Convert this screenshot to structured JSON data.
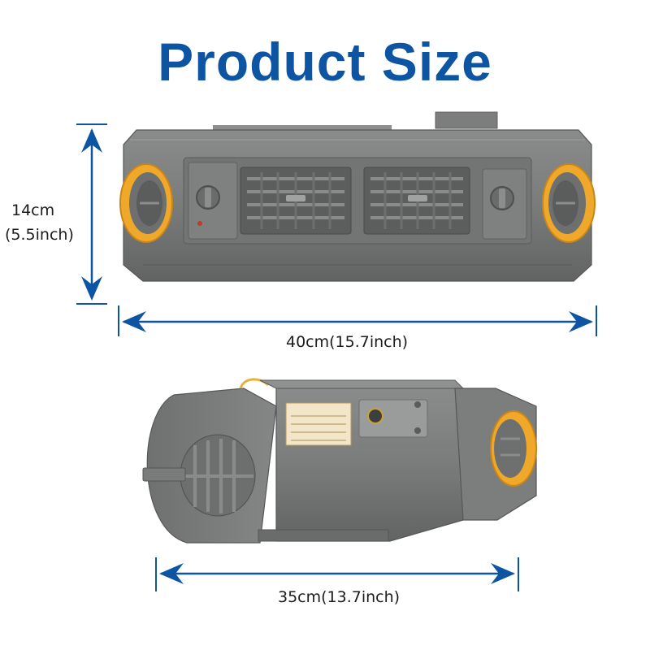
{
  "title": "Product Size",
  "front_view": {
    "height_label_cm": "14cm",
    "height_label_in": "(5.5inch)",
    "width_label": "40cm(15.7inch)"
  },
  "side_view": {
    "depth_label": "35cm(13.7inch)"
  },
  "colors": {
    "title": "#0d55a3",
    "arrow": "#0d55a3",
    "housing": "#7a7b7b",
    "vent_ring": "#f0a82a"
  }
}
